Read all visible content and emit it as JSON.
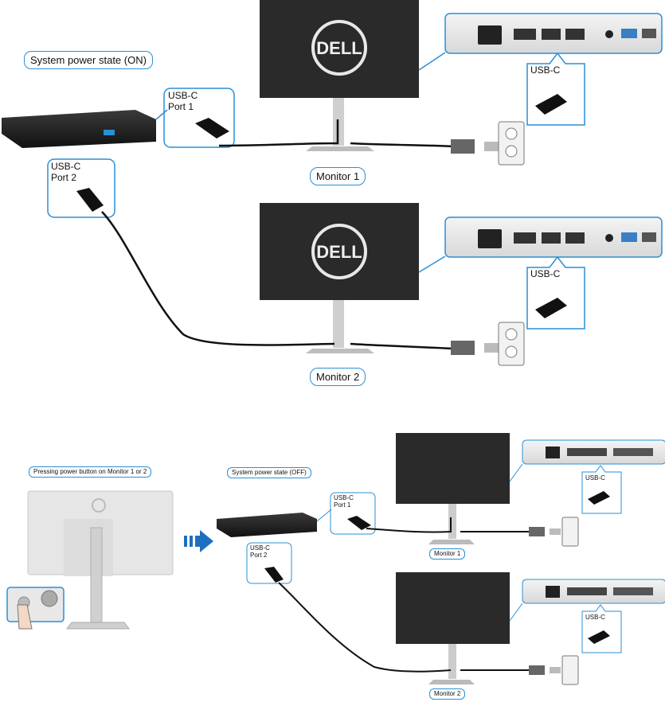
{
  "top": {
    "state_label": "System power state (ON)",
    "port1": [
      "USB-C",
      "Port 1"
    ],
    "port2": [
      "USB-C",
      "Port 2"
    ],
    "monitor1": "Monitor 1",
    "monitor2": "Monitor 2",
    "usbc": "USB-C",
    "logo": "DELL"
  },
  "bottom": {
    "press_label": "Pressing power button on Monitor 1 or 2",
    "state_label": "System power state (OFF)",
    "port1": [
      "USB-C",
      "Port 1"
    ],
    "port2": [
      "USB-C",
      "Port 2"
    ],
    "monitor1": "Monitor 1",
    "monitor2": "Monitor 2",
    "usbc": "USB-C"
  },
  "colors": {
    "accent": "#2a8fd6",
    "arrow": "#1e6fc0",
    "cable": "#111111",
    "monitor": "#2a2a2a"
  }
}
